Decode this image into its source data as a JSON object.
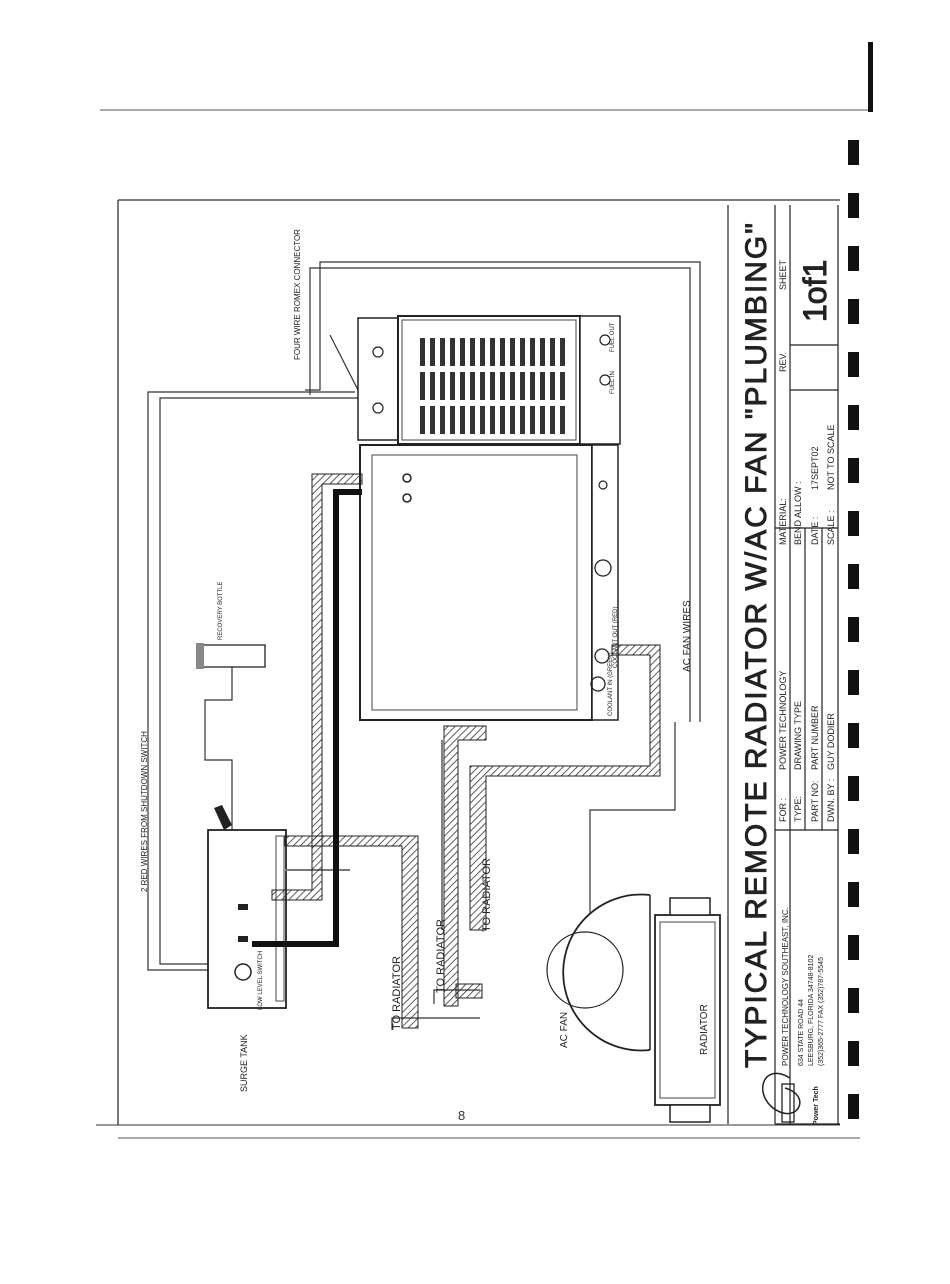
{
  "title_block": {
    "main_title": "TYPICAL REMOTE RADIATOR W/AC FAN \"PLUMBING\"",
    "company_name": "POWER TECHNOLOGY SOUTHEAST, INC.",
    "address_1": "634 STATE ROAD 44",
    "address_2": "LEESBURG, FLORIDA 34748-8102",
    "phone": "(352)365-2777  FAX (352)787-5545",
    "logo_text": "Power Tech",
    "for_label": "FOR :",
    "for_value": "POWER TECHNOLOGY",
    "type_label": "TYPE:",
    "type_value": "DRAWING TYPE",
    "part_label": "PART NO:",
    "part_value": "PART NUMBER",
    "dwn_label": "DWN. BY :",
    "dwn_value": "GUY DODIER",
    "material_label": "MATERIAL:",
    "bend_label": "BEND ALLOW :",
    "date_label": "DATE :",
    "date_value": "17SEPT02",
    "scale_label": "SCALE :",
    "scale_value": "NOT TO SCALE",
    "rev_label": "REV.",
    "sheet_label": "SHEET",
    "sheet_value": "1of1"
  },
  "labels": {
    "four_wire": "FOUR WIRE ROMEX CONNECTOR",
    "red_wires": "2 RED WIRES FROM SHUTDOWN SWITCH",
    "recovery_bottle": "RECOVERY BOTTLE",
    "ac_fan_wires": "AC FAN WIRES",
    "coolant_out": "COOLANT OUT (RED)",
    "coolant_in": "COOLANT IN (GREEN)",
    "fuel_in": "FUEL IN",
    "fuel_out": "FUEL OUT",
    "to_radiator_1": "TO RADIATOR",
    "to_radiator_2": "TO RADIATOR",
    "to_radiator_3": "TO RADIATOR",
    "low_level_switch": "LOW LEVEL SWITCH",
    "surge_tank": "SURGE TANK",
    "ac_fan": "AC FAN",
    "radiator": "RADIATOR"
  },
  "page_number": "8"
}
